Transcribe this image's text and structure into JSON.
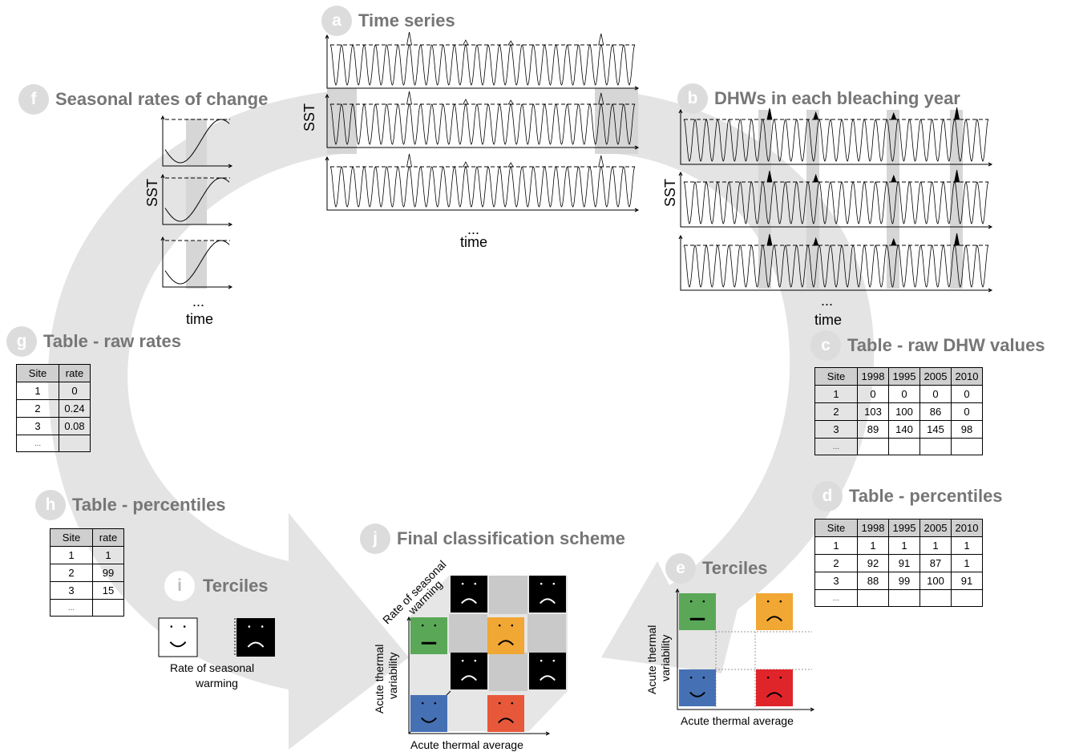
{
  "panels": {
    "a": {
      "letter": "a",
      "title": "Time series",
      "ylabel": "SST",
      "more": "...",
      "xlabel": "time"
    },
    "b": {
      "letter": "b",
      "title": "DHWs in each bleaching year",
      "ylabel": "SST",
      "more": "...",
      "xlabel": "time"
    },
    "c": {
      "letter": "c",
      "title": "Table - raw DHW values"
    },
    "d": {
      "letter": "d",
      "title": "Table - percentiles"
    },
    "e": {
      "letter": "e",
      "title": "Terciles",
      "ylabel_line1": "Acute thermal",
      "ylabel_line2": "variability",
      "xlabel": "Acute thermal average"
    },
    "f": {
      "letter": "f",
      "title": "Seasonal rates of change",
      "ylabel": "SST",
      "more": "...",
      "xlabel": "time"
    },
    "g": {
      "letter": "g",
      "title": "Table - raw rates"
    },
    "h": {
      "letter": "h",
      "title": "Table - percentiles"
    },
    "i": {
      "letter": "i",
      "title": "Terciles",
      "xlabel_line1": "Rate of seasonal",
      "xlabel_line2": "warming"
    },
    "j": {
      "letter": "j",
      "title": "Final classification scheme",
      "zlabel_line1": "Rate of seasonal",
      "zlabel_line2": "warming",
      "ylabel_line1": "Acute thermal",
      "ylabel_line2": "variability",
      "xlabel": "Acute thermal average"
    }
  },
  "table_raw_dhw": {
    "header": [
      "Site",
      "1998",
      "1995",
      "2005",
      "2010"
    ],
    "rows": [
      [
        "1",
        "0",
        "0",
        "0",
        "0"
      ],
      [
        "2",
        "103",
        "100",
        "86",
        "0"
      ],
      [
        "3",
        "89",
        "140",
        "145",
        "98"
      ],
      [
        "...",
        "",
        "",
        "",
        ""
      ]
    ]
  },
  "table_dhw_percentiles": {
    "header": [
      "Site",
      "1998",
      "1995",
      "2005",
      "2010"
    ],
    "rows": [
      [
        "1",
        "1",
        "1",
        "1",
        "1"
      ],
      [
        "2",
        "92",
        "91",
        "87",
        "1"
      ],
      [
        "3",
        "88",
        "99",
        "100",
        "91"
      ],
      [
        "...",
        "",
        "",
        "",
        ""
      ]
    ]
  },
  "table_raw_rates": {
    "header": [
      "Site",
      "rate"
    ],
    "rows": [
      [
        "1",
        "0"
      ],
      [
        "2",
        "0.24"
      ],
      [
        "3",
        "0.08"
      ],
      [
        "...",
        ""
      ]
    ]
  },
  "table_rate_percentiles": {
    "header": [
      "Site",
      "rate"
    ],
    "rows": [
      [
        "1",
        "1"
      ],
      [
        "2",
        "99"
      ],
      [
        "3",
        "15"
      ],
      [
        "...",
        ""
      ]
    ]
  },
  "colors": {
    "arrow": "#e4e4e4",
    "badge": "#dcdcdc",
    "title": "#767676",
    "green": "#5aa857",
    "orange": "#f1a733",
    "blue": "#4670b4",
    "red": "#e0252a",
    "red_orange": "#e7583a",
    "black": "#000000",
    "grey_cell": "#c9c9c9",
    "shading": "#d6d6d6"
  }
}
